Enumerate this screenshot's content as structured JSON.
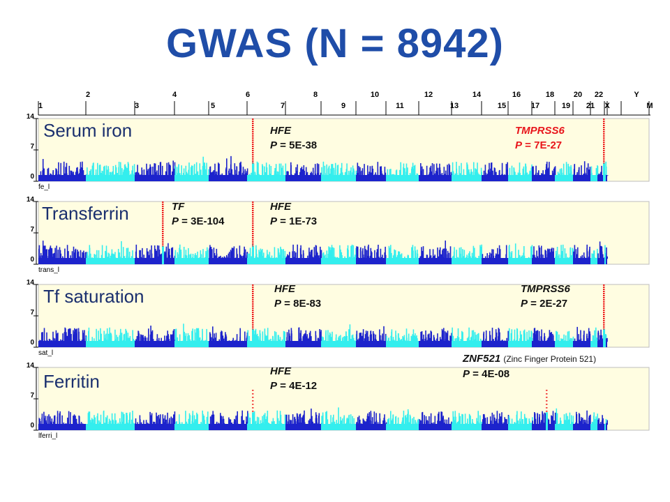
{
  "title": "GWAS (N = 8942)",
  "chromosome_axis": {
    "top_labels": [
      "2",
      "4",
      "6",
      "8",
      "10",
      "12",
      "14",
      "16",
      "18",
      "20",
      "22",
      "Y"
    ],
    "bottom_labels": [
      "1",
      "3",
      "5",
      "7",
      "9",
      "11",
      "13",
      "15",
      "17",
      "19",
      "21",
      "X",
      "M"
    ]
  },
  "colors": {
    "title": "#1f4da8",
    "panel_background": "#fffde1",
    "dark_blue": "#1c23cc",
    "cyan": "#33eeee",
    "signal_red": "#ee1f1f",
    "annotation_red": "#e8151b",
    "trait_label": "#1a2f6e"
  },
  "chart_data": [
    {
      "type": "scatter",
      "title": "Serum iron",
      "short_name": "fe_l",
      "ylim": [
        0,
        14
      ],
      "y_ticks": [
        "14",
        "7",
        "0"
      ],
      "annotations": [
        {
          "gene": "HFE",
          "p_label": "P",
          "p_value": " = 5E-38",
          "chromosome": "6",
          "color": "#111111"
        },
        {
          "gene": "TMPRSS6",
          "p_label": "P",
          "p_value": " = 7E-27",
          "chromosome": "22",
          "color": "#e8151b"
        }
      ]
    },
    {
      "type": "scatter",
      "title": "Transferrin",
      "short_name": "trans_l",
      "ylim": [
        0,
        14
      ],
      "y_ticks": [
        "14",
        "7",
        "0"
      ],
      "annotations": [
        {
          "gene": "TF",
          "p_label": "P",
          "p_value": " = 3E-104",
          "chromosome": "3",
          "color": "#111111"
        },
        {
          "gene": "HFE",
          "p_label": "P",
          "p_value": " = 1E-73",
          "chromosome": "6",
          "color": "#111111"
        }
      ]
    },
    {
      "type": "scatter",
      "title": "Tf saturation",
      "short_name": "sat_l",
      "ylim": [
        0,
        14
      ],
      "y_ticks": [
        "14",
        "7",
        "0"
      ],
      "annotations": [
        {
          "gene": "HFE",
          "p_label": "P",
          "p_value": " = 8E-83",
          "chromosome": "6",
          "color": "#111111"
        },
        {
          "gene": "TMPRSS6",
          "p_label": "P",
          "p_value": " = 2E-27",
          "chromosome": "22",
          "color": "#111111"
        }
      ]
    },
    {
      "type": "scatter",
      "title": "Ferritin",
      "short_name": "lferri_l",
      "ylim": [
        0,
        14
      ],
      "y_ticks": [
        "14",
        "7",
        "0"
      ],
      "annotations": [
        {
          "gene": "HFE",
          "p_label": "P",
          "p_value": " = 4E-12",
          "chromosome": "6",
          "color": "#111111"
        },
        {
          "gene": "ZNF521",
          "desc": "(Zinc Finger Protein 521)",
          "p_label": "P",
          "p_value": " = 4E-08",
          "chromosome": "18",
          "color": "#111111"
        }
      ]
    }
  ]
}
